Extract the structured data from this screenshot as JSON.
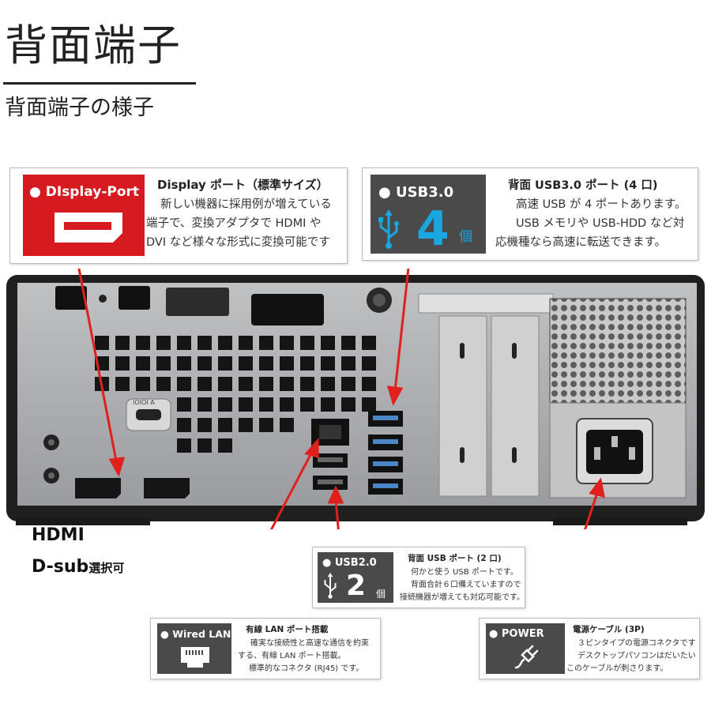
{
  "page": {
    "title": "背面端子",
    "subtitle": "背面端子の様子"
  },
  "cards": {
    "displayport": {
      "badge": "● DIsplay-Port",
      "heading": "Display ポート（標準サイズ）",
      "lines": [
        "新しい機器に採用例が増えている",
        "端子で、変換アダプタで HDMI や",
        "DVI など様々な形式に変換可能です"
      ]
    },
    "usb3": {
      "badge": "● USB3.0",
      "count": "4",
      "unit": "個",
      "heading": "背面 USB3.0 ポート (4 口)",
      "lines": [
        "高速 USB が 4 ポートあります。",
        "USB メモリや USB-HDD など対",
        "応機種なら高速に転送できます。"
      ]
    },
    "usb2": {
      "badge": "● USB2.0",
      "count": "2",
      "unit": "個",
      "heading": "背面 USB ポート (2 口)",
      "lines": [
        "何かと使う USB ポートです。",
        "背面合計６口備えていますので",
        "接続機器が増えても対応可能です。"
      ]
    },
    "lan": {
      "badge": "● Wired LAN",
      "heading": "有線 LAN ポート搭載",
      "lines": [
        "確実な接続性と高速な通信を約束",
        "する、有線 LAN ポート搭載。",
        "標準的なコネクタ (RJ45) です。"
      ]
    },
    "power": {
      "badge": "● POWER",
      "heading": "電源ケーブル (3P)",
      "lines": [
        "３ピンタイプの電源コネクタです",
        "デスクトップパソコンはだいたい",
        "このケーブルが刺さります。"
      ]
    }
  },
  "notes": {
    "hdmi": "HDMI",
    "dsub": "D-sub",
    "dsub_suffix": "選択可"
  },
  "pc": {
    "port_label": "IOIOI A"
  },
  "colors": {
    "display_red": "#d71920",
    "badge_gray": "#4a4a4a",
    "usb_blue": "#1aa7e1",
    "arrow_red": "#e0201c"
  }
}
